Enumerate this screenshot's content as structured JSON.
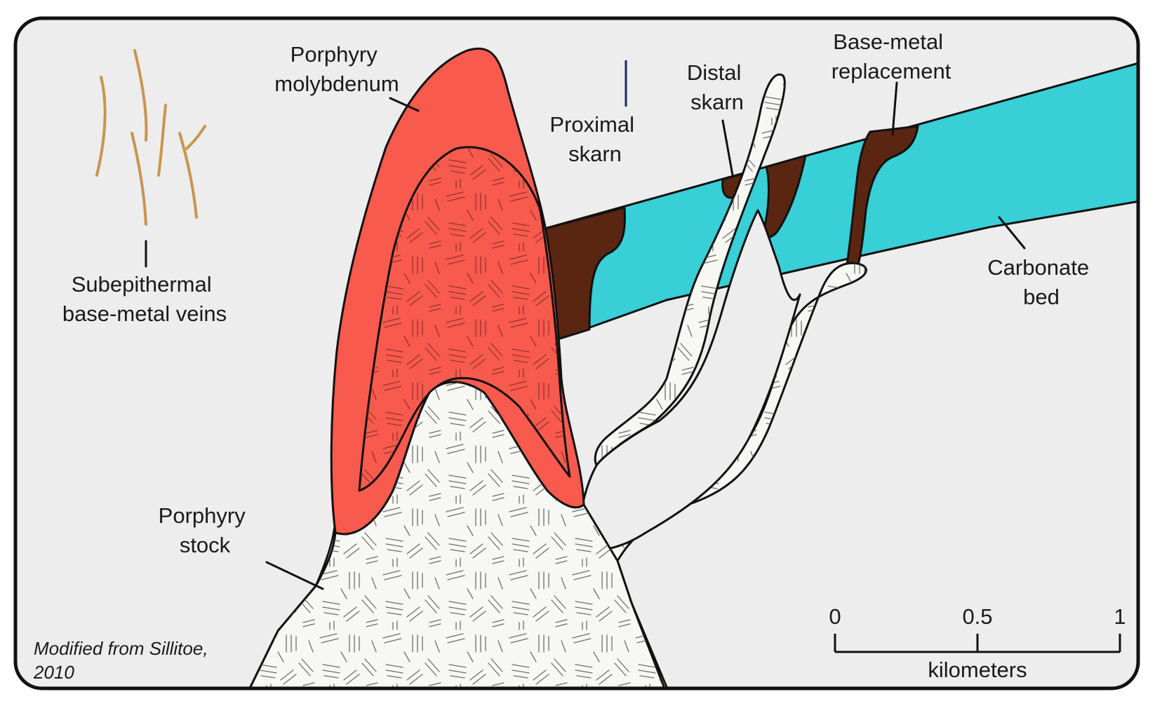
{
  "labels": {
    "porphyry_molybdenum": [
      "Porphyry",
      "molybdenum"
    ],
    "proximal_skarn": [
      "Proximal",
      "skarn"
    ],
    "distal_skarn": [
      "Distal",
      "skarn"
    ],
    "base_metal_replacement": [
      "Base-metal",
      "replacement"
    ],
    "carbonate_bed": [
      "Carbonate",
      "bed"
    ],
    "subepithermal_veins": [
      "Subepithermal",
      "base-metal veins"
    ],
    "porphyry_stock": [
      "Porphyry",
      "stock"
    ]
  },
  "credit": [
    "Modified from Sillitoe,",
    "2010"
  ],
  "scale_bar": {
    "ticks": [
      "0",
      "0.5",
      "1"
    ],
    "unit": "kilometers"
  },
  "colors": {
    "background": "#ededed",
    "molybdenum": "#f85a4e",
    "carbonate": "#38cfd6",
    "skarn": "#5a2612",
    "stock": "#f7f7f4",
    "veins": "#c8954f",
    "frame": "#111111"
  }
}
